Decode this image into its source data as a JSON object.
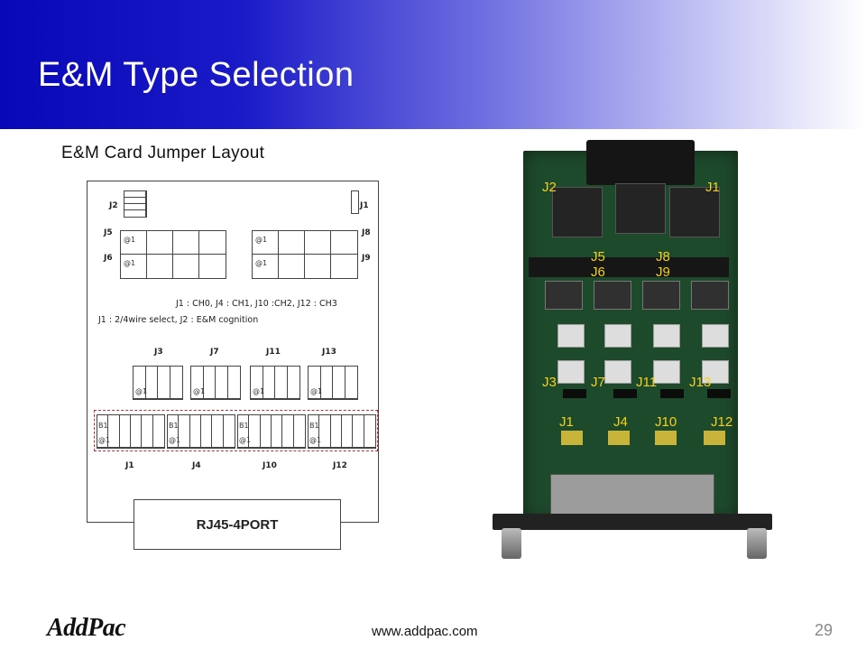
{
  "slide": {
    "title": "E&M Type Selection",
    "subtitle": "E&M Card Jumper Layout",
    "page_number": "29"
  },
  "diagram": {
    "labels": {
      "j2": "J2",
      "j1_top": "J1",
      "j5": "J5",
      "j6": "J6",
      "j8": "J8",
      "j9": "J9",
      "j3": "J3",
      "j7": "J7",
      "j11": "J11",
      "j13": "J13",
      "j1_bot": "J1",
      "j4": "J4",
      "j10": "J10",
      "j12": "J12",
      "pin1": "@1",
      "b1": "B1"
    },
    "desc_line1": "J1 : CH0, J4 : CH1, J10 :CH2, J12 : CH3",
    "desc_line2": "J1 : 2/4wire select, J2 : E&M cognition",
    "port_label": "RJ45-4PORT"
  },
  "photo": {
    "labels": [
      "J2",
      "J1",
      "J5",
      "J8",
      "J6",
      "J9",
      "J3",
      "J7",
      "J11",
      "J13",
      "J1",
      "J4",
      "J10",
      "J12"
    ]
  },
  "footer": {
    "logo": "AddPac",
    "url": "www.addpac.com"
  }
}
